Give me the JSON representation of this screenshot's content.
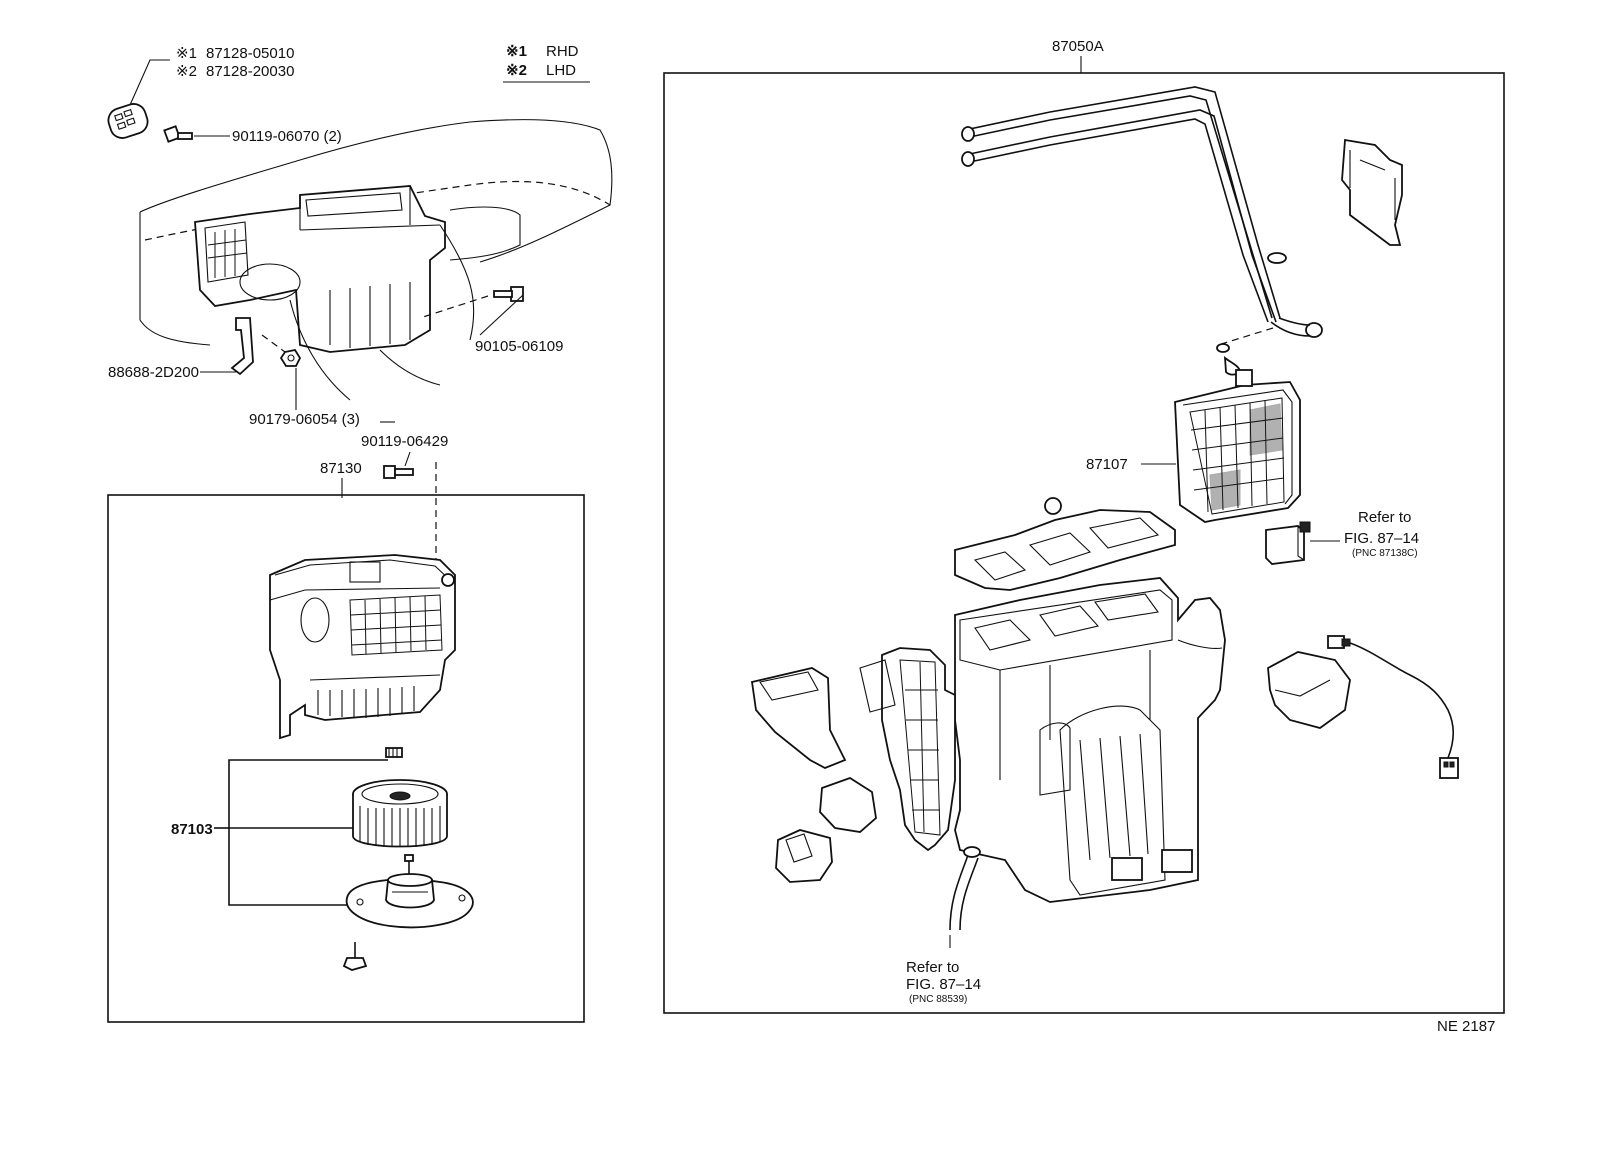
{
  "legend": {
    "rhd_mark": "※1",
    "rhd_text": "RHD",
    "lhd_mark": "※2",
    "lhd_text": "LHD"
  },
  "callouts": {
    "panel_mark1": "※1",
    "panel_part1": "87128-05010",
    "panel_mark2": "※2",
    "panel_part2": "87128-20030",
    "screw_top": "90119-06070 (2)",
    "bolt_right": "90105-06109",
    "bracket": "88688-2D200",
    "nut": "90179-06054 (3)",
    "screw_blower": "90119-06429",
    "blower_assy": "87130",
    "fan_motor": "87103",
    "heater_unit": "87050A",
    "radiator": "87107",
    "refer1_line1": "Refer to",
    "refer1_line2": "FIG. 87–14",
    "refer1_pnc": "(PNC 87138C)",
    "refer2_line1": "Refer to",
    "refer2_line2": "FIG. 87–14",
    "refer2_pnc": "(PNC 88539)"
  },
  "figure_code": "NE 2187",
  "icons": [
    "control-panel-icon",
    "screw-icon",
    "bolt-icon",
    "bracket-icon",
    "nut-icon",
    "blower-housing-icon",
    "fan-wheel-icon",
    "blower-motor-icon",
    "heater-pipes-icon",
    "heater-core-icon",
    "resistor-icon",
    "wire-harness-icon",
    "duct-icon",
    "hose-icon",
    "cover-icon"
  ]
}
